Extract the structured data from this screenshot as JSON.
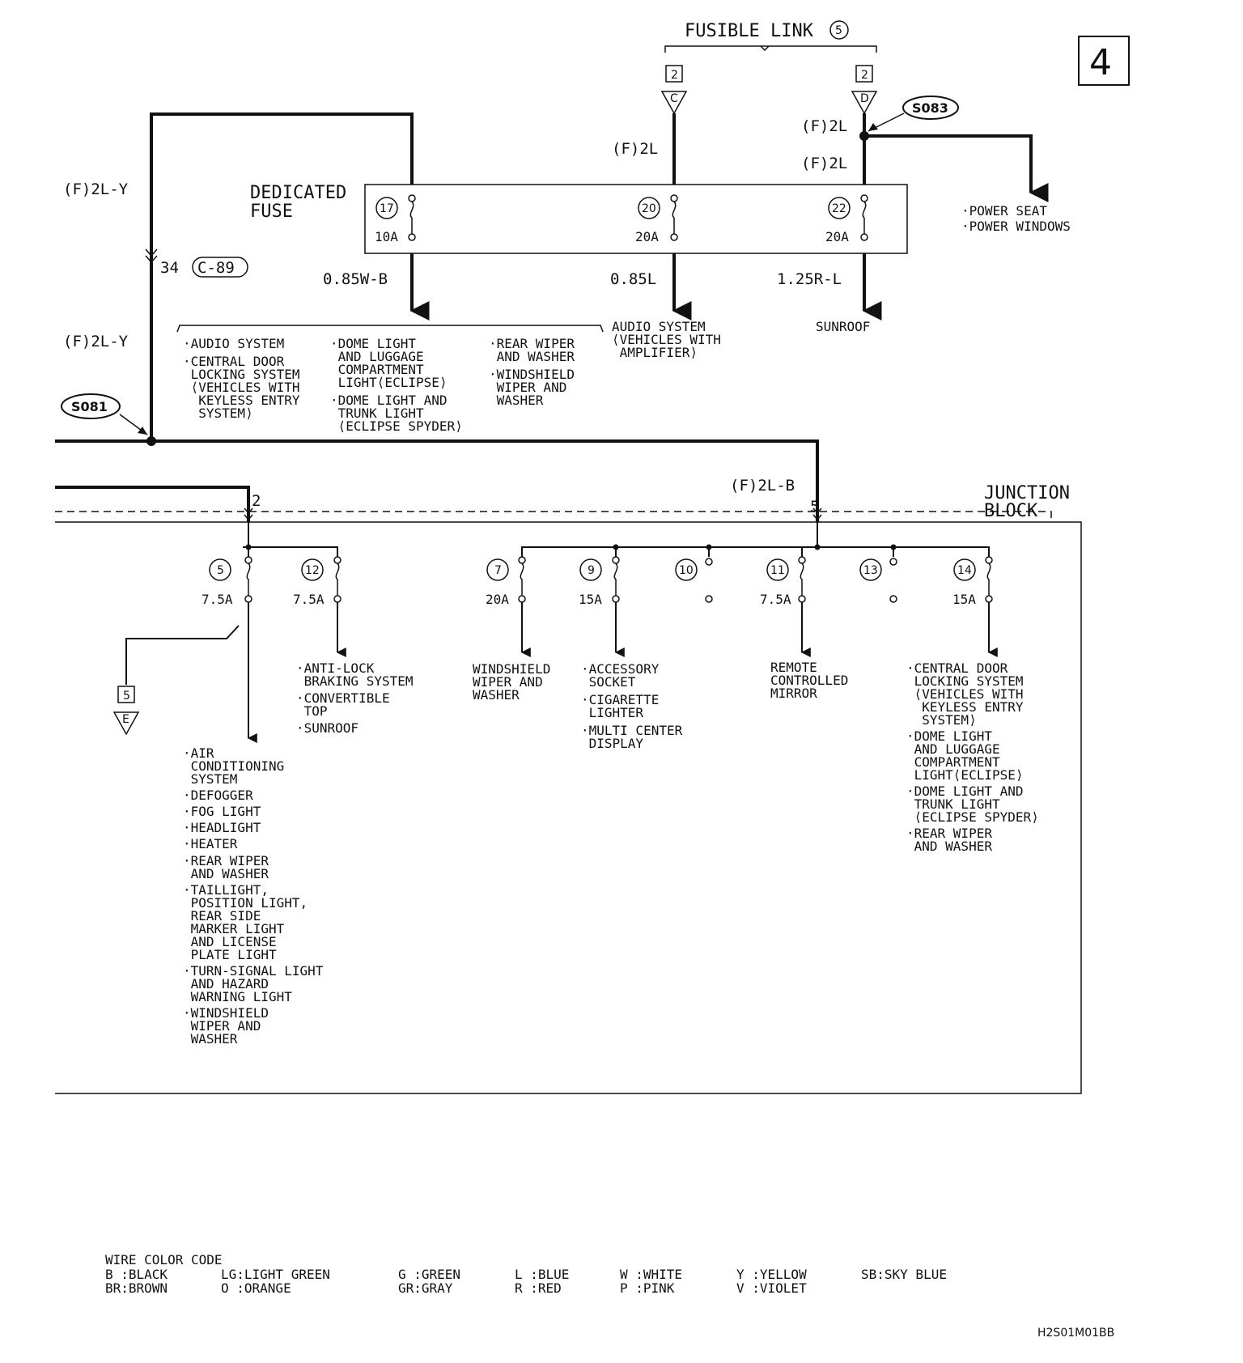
{
  "page_number": "4",
  "fusible_link": {
    "title": "FUSIBLE LINK",
    "number": "5",
    "connectors": [
      {
        "pin": "2",
        "letter": "C"
      },
      {
        "pin": "2",
        "letter": "D"
      }
    ]
  },
  "splices": {
    "s083": "S083",
    "s081": "S081"
  },
  "wires": {
    "left_top": "(F)2L-Y",
    "left_bottom": "(F)2L-Y",
    "to_fuse20": "(F)2L",
    "to_s083": "(F)2L",
    "to_fuse22": "(F)2L",
    "to_jb": "(F)2L-B",
    "out17": "0.85W-B",
    "out20": "0.85L",
    "out22": "1.25R-L"
  },
  "connector_c89": {
    "pin": "34",
    "label": "C-89"
  },
  "dedicated_fuse": {
    "title_line1": "DEDICATED",
    "title_line2": "FUSE",
    "fuses": [
      {
        "number": "17",
        "rating": "10A"
      },
      {
        "number": "20",
        "rating": "20A"
      },
      {
        "number": "22",
        "rating": "20A"
      }
    ]
  },
  "power_seat_loads": [
    "·POWER SEAT",
    "·POWER WINDOWS"
  ],
  "loads_fuse17": {
    "col1": [
      "·AUDIO SYSTEM",
      "·CENTRAL DOOR",
      " LOCKING SYSTEM",
      " ⟨VEHICLES WITH",
      "  KEYLESS ENTRY",
      "  SYSTEM⟩"
    ],
    "col2": [
      "·DOME LIGHT",
      " AND LUGGAGE",
      " COMPARTMENT",
      " LIGHT⟨ECLIPSE⟩",
      "·DOME LIGHT AND",
      " TRUNK LIGHT",
      " ⟨ECLIPSE SPYDER⟩"
    ],
    "col3": [
      "·REAR WIPER",
      " AND WASHER",
      "·WINDSHIELD",
      " WIPER AND",
      " WASHER"
    ]
  },
  "loads_fuse20": [
    "AUDIO SYSTEM",
    "⟨VEHICLES WITH",
    " AMPLIFIER⟩"
  ],
  "loads_fuse22": "SUNROOF",
  "junction_block": {
    "title_line1": "JUNCTION",
    "title_line2": "BLOCK",
    "input_left": "2",
    "input_right": "5",
    "fuses": [
      {
        "number": "5",
        "rating": "7.5A"
      },
      {
        "number": "12",
        "rating": "7.5A"
      },
      {
        "number": "7",
        "rating": "20A"
      },
      {
        "number": "9",
        "rating": "15A"
      },
      {
        "number": "10",
        "rating": ""
      },
      {
        "number": "11",
        "rating": "7.5A"
      },
      {
        "number": "13",
        "rating": ""
      },
      {
        "number": "14",
        "rating": "15A"
      }
    ],
    "connector_e": {
      "pin": "5",
      "letter": "E"
    }
  },
  "loads_jb5": [
    "·AIR",
    " CONDITIONING",
    " SYSTEM",
    "·DEFOGGER",
    "·FOG LIGHT",
    "·HEADLIGHT",
    "·HEATER",
    "·REAR WIPER",
    " AND WASHER",
    "·TAILLIGHT,",
    " POSITION LIGHT,",
    " REAR SIDE",
    " MARKER LIGHT",
    " AND LICENSE",
    " PLATE LIGHT",
    "·TURN-SIGNAL LIGHT",
    " AND HAZARD",
    " WARNING LIGHT",
    "·WINDSHIELD",
    " WIPER AND",
    " WASHER"
  ],
  "loads_jb12": [
    "·ANTI-LOCK",
    " BRAKING SYSTEM",
    "·CONVERTIBLE",
    " TOP",
    "·SUNROOF"
  ],
  "loads_jb7": [
    "WINDSHIELD",
    "WIPER AND",
    "WASHER"
  ],
  "loads_jb9": [
    "·ACCESSORY",
    " SOCKET",
    "·CIGARETTE",
    " LIGHTER",
    "·MULTI CENTER",
    " DISPLAY"
  ],
  "loads_jb11": [
    "REMOTE",
    "CONTROLLED",
    "MIRROR"
  ],
  "loads_jb14": [
    "·CENTRAL DOOR",
    " LOCKING SYSTEM",
    " ⟨VEHICLES WITH",
    "  KEYLESS ENTRY",
    "  SYSTEM⟩",
    "·DOME LIGHT",
    " AND LUGGAGE",
    " COMPARTMENT",
    " LIGHT⟨ECLIPSE⟩",
    "·DOME LIGHT AND",
    " TRUNK LIGHT",
    " ⟨ECLIPSE SPYDER⟩",
    "·REAR WIPER",
    " AND WASHER"
  ],
  "wire_color_code": {
    "title": "WIRE COLOR CODE",
    "row1": [
      "B :BLACK",
      "LG:LIGHT GREEN",
      "G :GREEN",
      "L :BLUE",
      "W :WHITE",
      "Y :YELLOW",
      "SB:SKY BLUE"
    ],
    "row2": [
      "BR:BROWN",
      "O :ORANGE",
      "GR:GRAY",
      "R :RED",
      "P :PINK",
      "V :VIOLET"
    ]
  },
  "figure_code": "H2S01M01BB"
}
